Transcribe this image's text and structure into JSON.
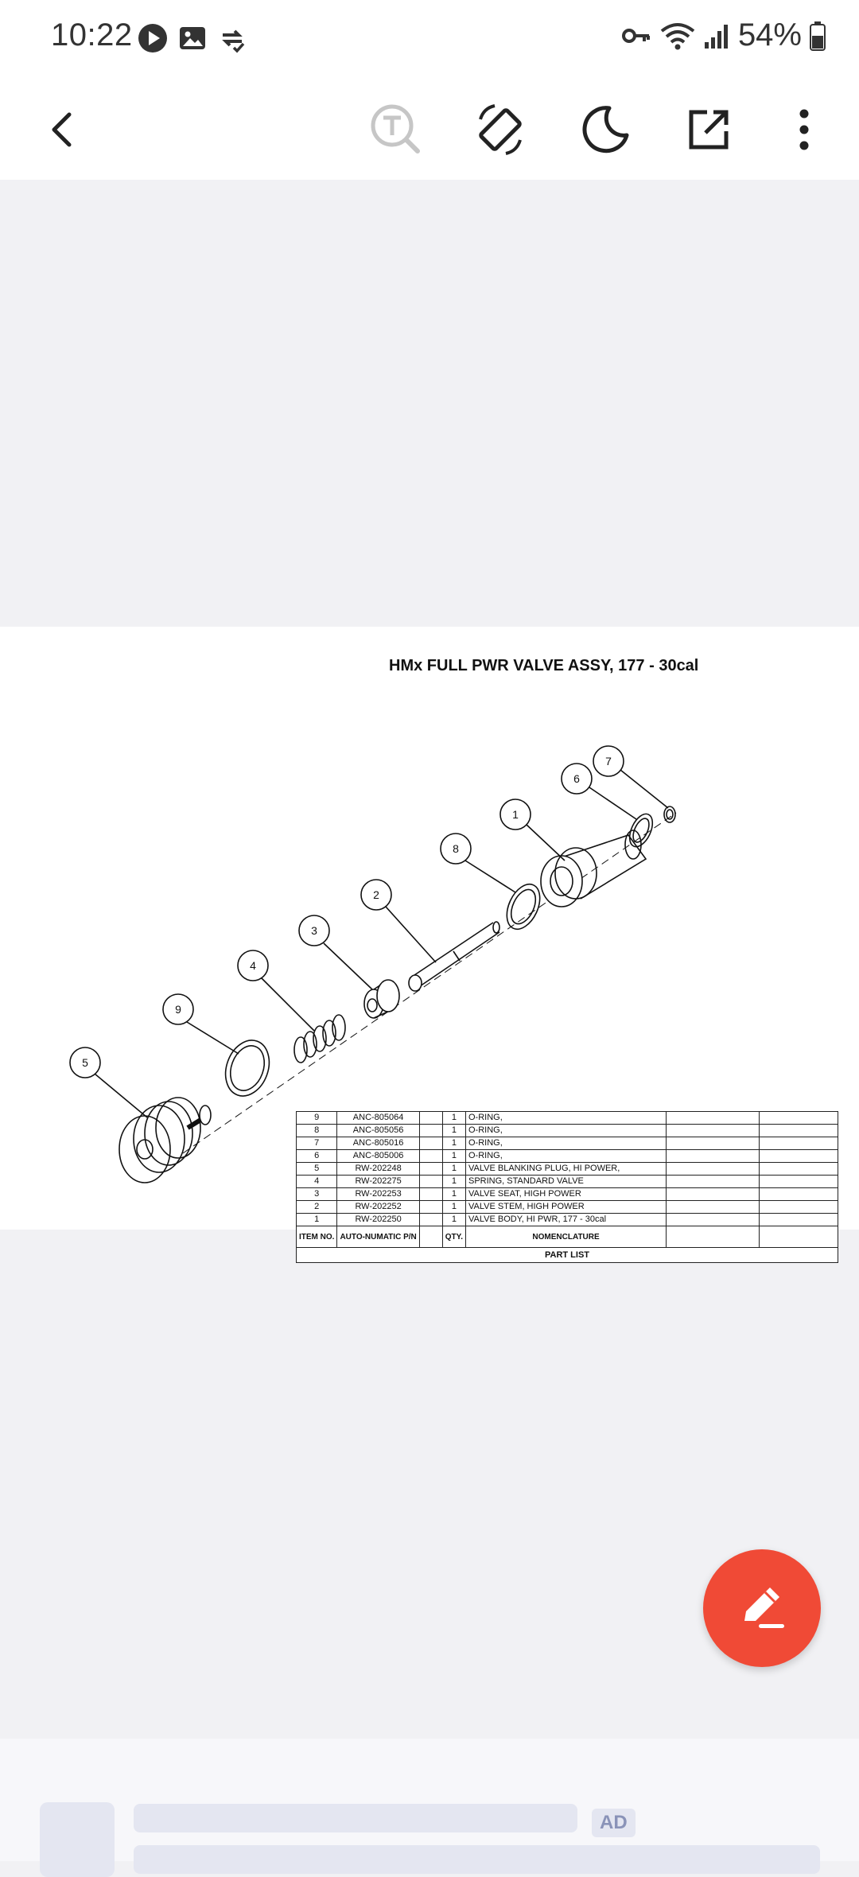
{
  "status_bar": {
    "time": "10:22",
    "battery": "54%"
  },
  "toolbar": {
    "back": "back-icon",
    "actions": [
      "text-search-icon",
      "rotate-icon",
      "night-mode-icon",
      "open-external-icon",
      "more-vert-icon"
    ]
  },
  "drawing": {
    "title": "HMx FULL PWR VALVE ASSY, 177 - 30cal",
    "callouts": [
      "7",
      "6",
      "1",
      "8",
      "2",
      "3",
      "4",
      "9",
      "5"
    ]
  },
  "parts_list": {
    "rows": [
      {
        "item": "9",
        "pn": "ANC-805064",
        "qty": "1",
        "nom": "O-RING,"
      },
      {
        "item": "8",
        "pn": "ANC-805056",
        "qty": "1",
        "nom": "O-RING,"
      },
      {
        "item": "7",
        "pn": "ANC-805016",
        "qty": "1",
        "nom": "O-RING,"
      },
      {
        "item": "6",
        "pn": "ANC-805006",
        "qty": "1",
        "nom": "O-RING,"
      },
      {
        "item": "5",
        "pn": "RW-202248",
        "qty": "1",
        "nom": "VALVE BLANKING PLUG, HI POWER,"
      },
      {
        "item": "4",
        "pn": "RW-202275",
        "qty": "1",
        "nom": "SPRING, STANDARD VALVE"
      },
      {
        "item": "3",
        "pn": "RW-202253",
        "qty": "1",
        "nom": "VALVE SEAT, HIGH POWER"
      },
      {
        "item": "2",
        "pn": "RW-202252",
        "qty": "1",
        "nom": "VALVE STEM, HIGH POWER"
      },
      {
        "item": "1",
        "pn": "RW-202250",
        "qty": "1",
        "nom": "VALVE BODY, HI PWR, 177 - 30cal"
      }
    ],
    "header": {
      "item": "ITEM NO.",
      "pn": "AUTO-NUMATIC P/N",
      "qty": "QTY.",
      "nom": "NOMENCLATURE"
    },
    "caption": "PART LIST"
  },
  "ad": {
    "badge": "AD"
  },
  "colors": {
    "fab": "#f04a36",
    "background": "#f1f1f4",
    "placeholder": "#e4e6f1"
  }
}
